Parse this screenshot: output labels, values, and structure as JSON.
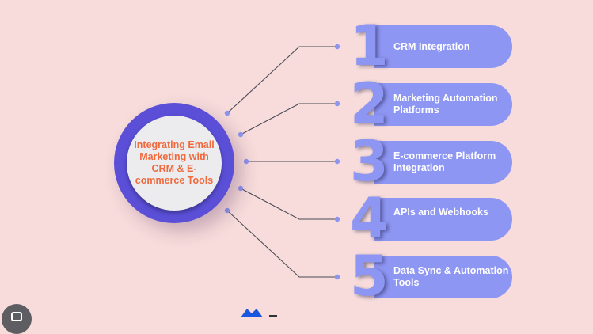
{
  "hub": {
    "title": "Integrating Email Marketing with CRM & E-commerce Tools"
  },
  "items": [
    {
      "number": "1",
      "label": "CRM Integration"
    },
    {
      "number": "2",
      "label": "Marketing Automation Platforms"
    },
    {
      "number": "3",
      "label": "E-commerce Platform Integration"
    },
    {
      "number": "4",
      "label": "APIs and Webhooks"
    },
    {
      "number": "5",
      "label": "Data Sync & Automation Tools"
    }
  ],
  "colors": {
    "background": "#f7dcdb",
    "accent": "#8e96f3",
    "hub_ring": "#5b4fd8",
    "hub_text": "#f06a3f"
  },
  "icons": {
    "bottom_left": "briefcase-icon",
    "bottom_center": "logo-icon"
  }
}
